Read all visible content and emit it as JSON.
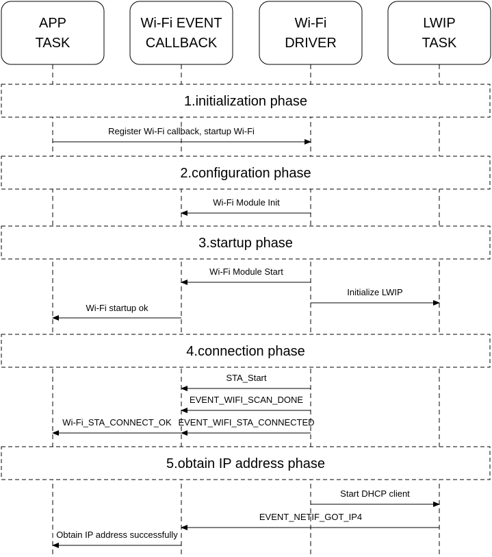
{
  "actors": [
    {
      "id": "app",
      "line1": "APP",
      "line2": "TASK"
    },
    {
      "id": "callback",
      "line1": "Wi-Fi EVENT",
      "line2": "CALLBACK"
    },
    {
      "id": "driver",
      "line1": "Wi-Fi",
      "line2": "DRIVER"
    },
    {
      "id": "lwip",
      "line1": "LWIP",
      "line2": "TASK"
    }
  ],
  "phases": [
    {
      "label": "1.initialization phase"
    },
    {
      "label": "2.configuration phase"
    },
    {
      "label": "3.startup phase"
    },
    {
      "label": "4.connection phase"
    },
    {
      "label": "5.obtain IP address phase"
    }
  ],
  "messages": [
    {
      "label": "Register Wi-Fi callback, startup Wi-Fi",
      "from": "app",
      "to": "driver"
    },
    {
      "label": "Wi-Fi Module Init",
      "from": "driver",
      "to": "callback"
    },
    {
      "label": "Wi-Fi Module Start",
      "from": "driver",
      "to": "callback"
    },
    {
      "label": "Initialize LWIP",
      "from": "driver",
      "to": "lwip"
    },
    {
      "label": "Wi-Fi startup ok",
      "from": "callback",
      "to": "app"
    },
    {
      "label": "STA_Start",
      "from": "driver",
      "to": "callback"
    },
    {
      "label": "EVENT_WIFI_SCAN_DONE",
      "from": "driver",
      "to": "callback"
    },
    {
      "label": "EVENT_WIFI_STA_CONNECTED",
      "from": "driver",
      "to": "callback"
    },
    {
      "label": "Wi-Fi_STA_CONNECT_OK",
      "from": "callback",
      "to": "app"
    },
    {
      "label": "Start DHCP client",
      "from": "driver",
      "to": "lwip"
    },
    {
      "label": "EVENT_NETIF_GOT_IP4",
      "from": "lwip",
      "to": "callback"
    },
    {
      "label": "Obtain IP address successfully",
      "from": "callback",
      "to": "app"
    }
  ]
}
